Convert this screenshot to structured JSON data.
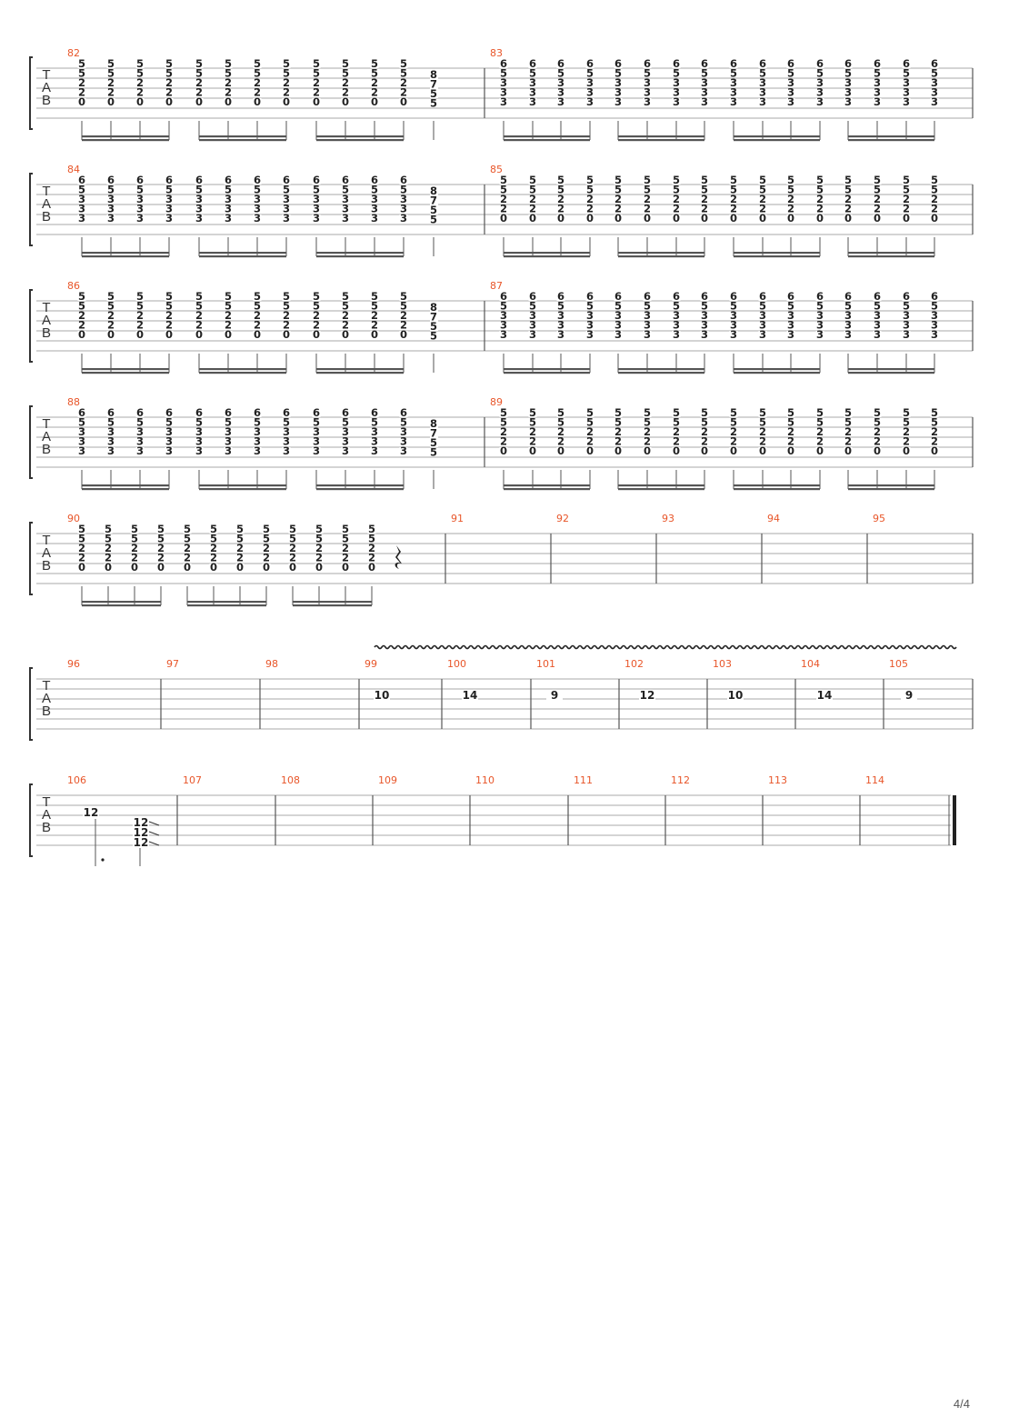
{
  "page": {
    "page_number": "4/4",
    "tab_clef_letters": [
      "T",
      "A",
      "B"
    ]
  },
  "colors": {
    "staff_line": "#a9a9a9",
    "bar_line": "#555555",
    "measure_number": "#e8562a",
    "fret_number": "#222222",
    "beam": "#555555"
  },
  "chords": {
    "A": [
      "5",
      "5",
      "2",
      "2",
      "0"
    ],
    "B": [
      "6",
      "5",
      "3",
      "3",
      "3"
    ],
    "C": [
      "8",
      "7",
      "5",
      "5"
    ]
  },
  "systems": [
    {
      "id": "system-1",
      "measures": [
        {
          "number": "82",
          "chord_groups": [
            [
              "A",
              "A",
              "A",
              "A"
            ],
            [
              "A",
              "A",
              "A",
              "A"
            ],
            [
              "A",
              "A",
              "A",
              "A"
            ]
          ],
          "trailing_chord": "C"
        },
        {
          "number": "83",
          "chord_groups": [
            [
              "B",
              "B",
              "B",
              "B"
            ],
            [
              "B",
              "B",
              "B",
              "B"
            ],
            [
              "B",
              "B",
              "B",
              "B"
            ],
            [
              "B",
              "B",
              "B",
              "B"
            ]
          ]
        }
      ]
    },
    {
      "id": "system-2",
      "measures": [
        {
          "number": "84",
          "chord_groups": [
            [
              "B",
              "B",
              "B",
              "B"
            ],
            [
              "B",
              "B",
              "B",
              "B"
            ],
            [
              "B",
              "B",
              "B",
              "B"
            ]
          ],
          "trailing_chord": "C"
        },
        {
          "number": "85",
          "chord_groups": [
            [
              "A",
              "A",
              "A",
              "A"
            ],
            [
              "A",
              "A",
              "A",
              "A"
            ],
            [
              "A",
              "A",
              "A",
              "A"
            ],
            [
              "A",
              "A",
              "A",
              "A"
            ]
          ]
        }
      ]
    },
    {
      "id": "system-3",
      "measures": [
        {
          "number": "86",
          "chord_groups": [
            [
              "A",
              "A",
              "A",
              "A"
            ],
            [
              "A",
              "A",
              "A",
              "A"
            ],
            [
              "A",
              "A",
              "A",
              "A"
            ]
          ],
          "trailing_chord": "C"
        },
        {
          "number": "87",
          "chord_groups": [
            [
              "B",
              "B",
              "B",
              "B"
            ],
            [
              "B",
              "B",
              "B",
              "B"
            ],
            [
              "B",
              "B",
              "B",
              "B"
            ],
            [
              "B",
              "B",
              "B",
              "B"
            ]
          ]
        }
      ]
    },
    {
      "id": "system-4",
      "measures": [
        {
          "number": "88",
          "chord_groups": [
            [
              "B",
              "B",
              "B",
              "B"
            ],
            [
              "B",
              "B",
              "B",
              "B"
            ],
            [
              "B",
              "B",
              "B",
              "B"
            ]
          ],
          "trailing_chord": "C"
        },
        {
          "number": "89",
          "chord_groups": [
            [
              "A",
              "A",
              "A",
              "A"
            ],
            [
              "A",
              "A",
              "A",
              "A"
            ],
            [
              "A",
              "A",
              "A",
              "A"
            ],
            [
              "A",
              "A",
              "A",
              "A"
            ]
          ]
        }
      ]
    },
    {
      "id": "system-5",
      "measures": [
        {
          "number": "90",
          "chord_groups": [
            [
              "A",
              "A",
              "A",
              "A"
            ],
            [
              "A",
              "A",
              "A",
              "A"
            ],
            [
              "A",
              "A",
              "A",
              "A"
            ]
          ],
          "trailing_rest": true
        },
        {
          "number": "91"
        },
        {
          "number": "92"
        },
        {
          "number": "93"
        },
        {
          "number": "94"
        },
        {
          "number": "95"
        }
      ]
    },
    {
      "id": "system-6",
      "vibrato": true,
      "measures": [
        {
          "number": "96"
        },
        {
          "number": "97"
        },
        {
          "number": "98"
        },
        {
          "number": "99",
          "note": "10"
        },
        {
          "number": "100",
          "note": "14"
        },
        {
          "number": "101",
          "note": "9"
        },
        {
          "number": "102",
          "note": "12"
        },
        {
          "number": "103",
          "note": "10"
        },
        {
          "number": "104",
          "note": "14"
        },
        {
          "number": "105",
          "note": "9"
        }
      ]
    },
    {
      "id": "system-7",
      "final_barline": true,
      "measures": [
        {
          "number": "106",
          "note": "12",
          "dotted": true,
          "slide_chord": [
            "12",
            "12",
            "12"
          ]
        },
        {
          "number": "107"
        },
        {
          "number": "108"
        },
        {
          "number": "109"
        },
        {
          "number": "110"
        },
        {
          "number": "111"
        },
        {
          "number": "112"
        },
        {
          "number": "113"
        },
        {
          "number": "114"
        }
      ]
    }
  ]
}
